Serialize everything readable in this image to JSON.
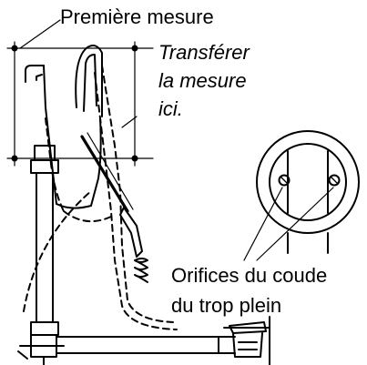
{
  "labels": {
    "first_measure": "Première mesure",
    "transfer": [
      "Transférer",
      "la mesure",
      "ici."
    ],
    "orifices": [
      "Orifices du coude",
      "du trop plein"
    ]
  },
  "colors": {
    "line": "#000000",
    "background": "#ffffff"
  }
}
